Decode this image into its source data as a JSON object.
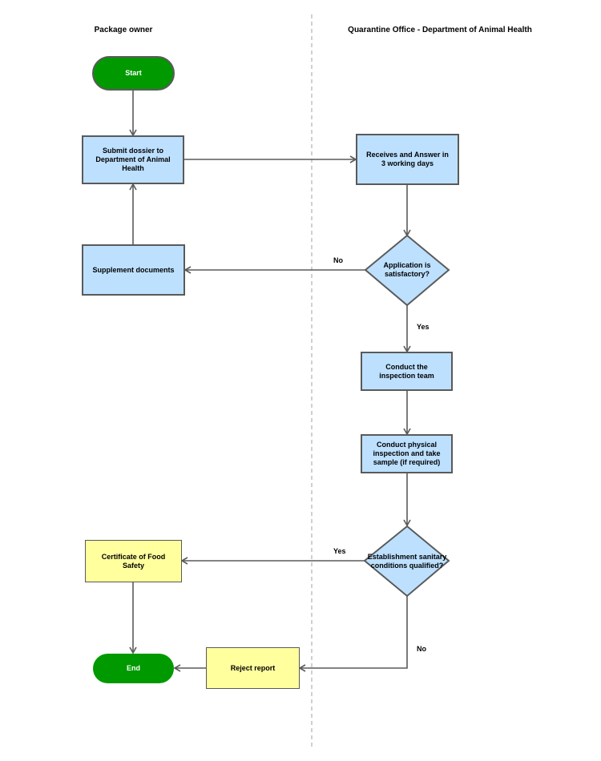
{
  "lanes": {
    "left": "Package owner",
    "right": "Quarantine Office - Department of Animal Health"
  },
  "nodes": {
    "start": "Start",
    "submit": "Submit dossier to Department of Animal Health",
    "receive": "Receives and Answer in 3 working days",
    "decision1": "Application is satisfactory?",
    "supplement": "Supplement documents",
    "team": "Conduct the inspection team",
    "physical": "Conduct physical inspection and take sample (if required)",
    "decision2": "Establishment sanitary conditions qualified?",
    "certificate": "Certificate of Food Safety",
    "reject": "Reject report",
    "end": "End"
  },
  "edges": {
    "no1": "No",
    "yes1": "Yes",
    "yes2": "Yes",
    "no2": "No"
  },
  "colors": {
    "process": "#bde0ff",
    "terminal": "#009900",
    "output": "#ffff9e",
    "stroke": "#5a5a5a",
    "lane_divider": "#b0b0b0"
  }
}
